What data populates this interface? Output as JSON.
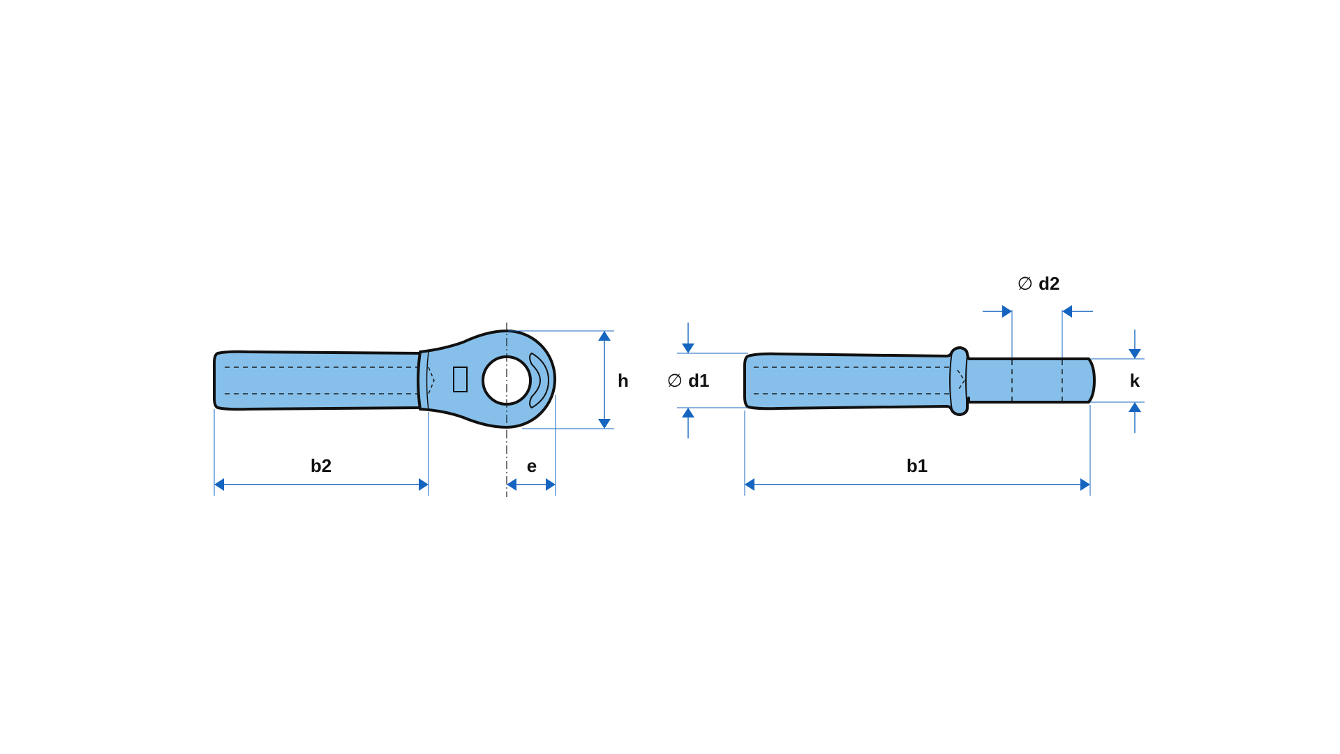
{
  "colors": {
    "part_fill": "#86c0ea",
    "outline": "#111111",
    "dimension": "#1565c0",
    "background": "#ffffff"
  },
  "diameter_symbol": "∅",
  "labels": {
    "b2": "b2",
    "e": "e",
    "h": "h",
    "d1": "d1",
    "d2": "d2",
    "b1": "b1",
    "k": "k"
  }
}
